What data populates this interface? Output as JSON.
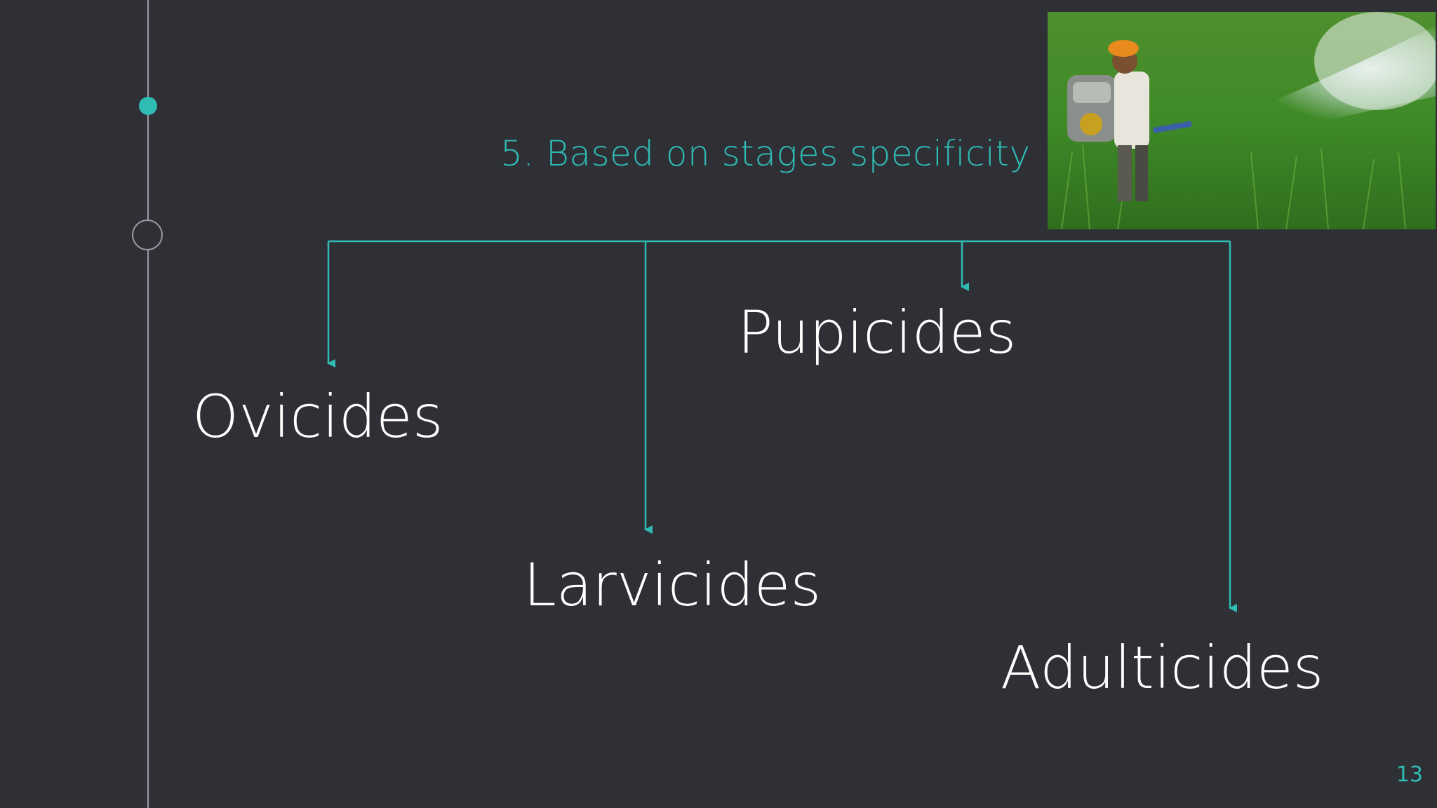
{
  "slide": {
    "heading": "5. Based on stages specificity",
    "page_number": "13"
  },
  "diagram": {
    "root": "5. Based on stages specificity",
    "branches": [
      {
        "label": "Ovicides"
      },
      {
        "label": "Larvicides"
      },
      {
        "label": "Pupicides"
      },
      {
        "label": "Adulticides"
      }
    ]
  },
  "photo": {
    "subject": "farmer spraying pesticide in green rice field"
  },
  "colors": {
    "background": "#2f2f36",
    "accent": "#2fbcb4",
    "text": "#ffffff",
    "timeline": "#9b9ba3"
  }
}
